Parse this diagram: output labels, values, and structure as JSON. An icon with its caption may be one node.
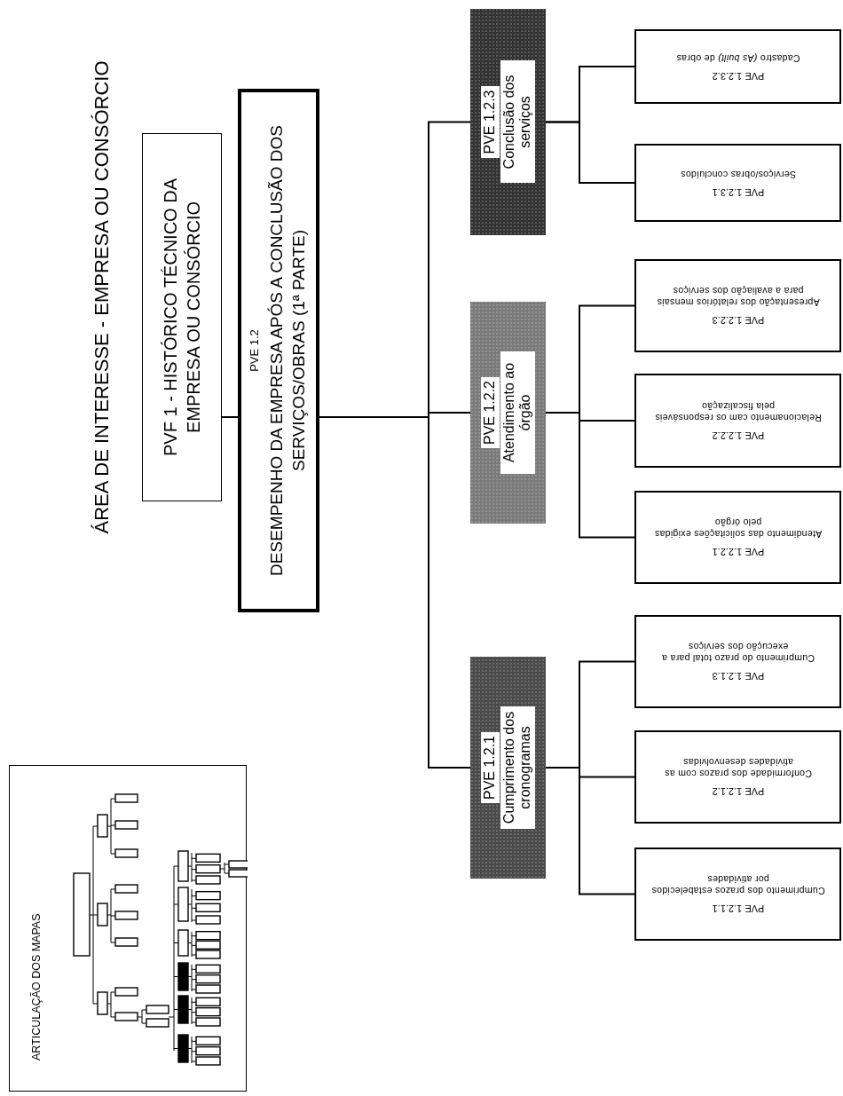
{
  "diagram": {
    "title": "ÁREA DE INTERESSE - EMPRESA OU CONSÓRCIO",
    "nodes": [
      {
        "text": [
          "PVF 1 - HISTÓRICO TÉCNICO DA EMPRESA OU CONSÓRCIO"
        ]
      },
      {
        "text": [
          "PVE 1.2",
          "DESEMPENHO DA EMPRESA APÓS A CONCLUSÃO DOS SERVIÇOS/OBRAS (1ª PARTE)"
        ]
      },
      {
        "text": [
          "PVE 1.2.1",
          "Cumprimento dos cronogramas"
        ]
      },
      {
        "text": [
          "PVE 1.2.2",
          "Atendimento ao órgão"
        ]
      },
      {
        "text": [
          "PVE 1.2.3",
          "Conclusão dos serviços"
        ]
      },
      {
        "text": [
          "PVE 1.2.1.1",
          "Cumprimento dos prazos estabelecidos por atividades"
        ]
      },
      {
        "text": [
          "PVE 1.2.1.2",
          "Conformidade dos prazos com as atividades desenvolvidas"
        ]
      },
      {
        "text": [
          "PVE 1.2.1.3",
          "Cumprimento do prazo total para a execução dos serviços"
        ]
      },
      {
        "text": [
          "PVE 1.2.2.1",
          "Atendimento das solicitações exigidas pelo órgão"
        ]
      },
      {
        "text": [
          "PVE 1.2.2.2",
          "Relacionamento cam os responsáveis pela fiscalização"
        ]
      },
      {
        "text": [
          "PVE 1.2.2.3",
          "Apresentação dos relatórios mensais para a avaliação dos serviços"
        ]
      },
      {
        "text": [
          "PVE 1.2.3.1",
          "Serviços/obras concluídos"
        ]
      },
      {
        "text": [
          "PVE 1.2.3.2",
          "Cadastro *(As built)* de obras"
        ]
      },
      {
        "text": [
          "ARTICULAÇÃO DOS MAPAS"
        ]
      }
    ],
    "edges": [
      {
        "from": 0,
        "to": 1,
        "arrow": "none"
      },
      {
        "from": 1,
        "to": 2,
        "arrow": "none"
      },
      {
        "from": 1,
        "to": 3,
        "arrow": "none"
      },
      {
        "from": 1,
        "to": 4,
        "arrow": "none"
      },
      {
        "from": 2,
        "to": 5,
        "arrow": "none"
      },
      {
        "from": 2,
        "to": 6,
        "arrow": "none"
      },
      {
        "from": 2,
        "to": 7,
        "arrow": "none"
      },
      {
        "from": 3,
        "to": 8,
        "arrow": "none"
      },
      {
        "from": 3,
        "to": 9,
        "arrow": "none"
      },
      {
        "from": 3,
        "to": 10,
        "arrow": "none"
      },
      {
        "from": 4,
        "to": 11,
        "arrow": "none"
      },
      {
        "from": 4,
        "to": 12,
        "arrow": "none"
      }
    ]
  }
}
